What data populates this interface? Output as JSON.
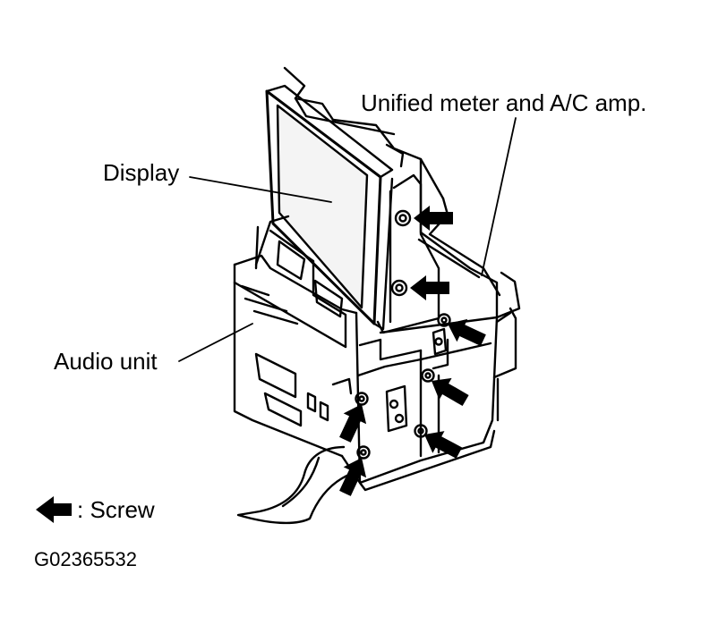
{
  "labels": {
    "unified": "Unified meter and A/C amp.",
    "display": "Display",
    "audio": "Audio unit",
    "legend_text": ": Screw",
    "figure_code": "G02365532"
  },
  "icons": {
    "screw": "left-arrow-icon"
  },
  "colors": {
    "ink": "#000000",
    "paper": "#ffffff",
    "screen": "#f4f4f4"
  }
}
